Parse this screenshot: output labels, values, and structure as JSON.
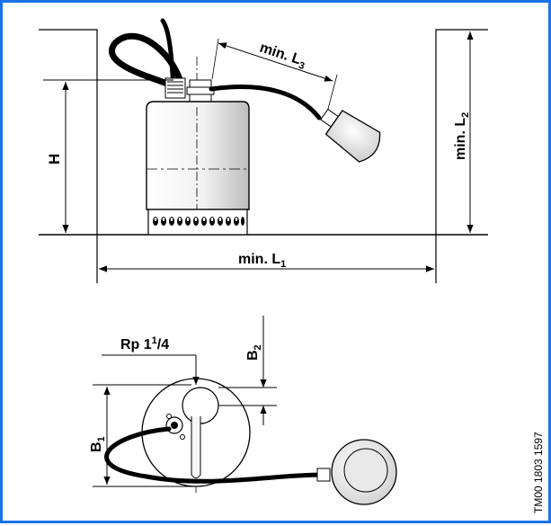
{
  "labels": {
    "height": "H",
    "min_l1": "min. L",
    "min_l1_sub": "1",
    "min_l2": "min. L",
    "min_l2_sub": "2",
    "min_l3": "min. L",
    "min_l3_sub": "3",
    "rp_base": "Rp 1",
    "rp_sup": "1",
    "rp_tail": "/4",
    "b1": "B",
    "b1_sub": "1",
    "b2": "B",
    "b2_sub": "2",
    "drawing_id": "TM00 1803 1597"
  },
  "colors": {
    "frame": "#1a73e8",
    "line": "#000000"
  }
}
